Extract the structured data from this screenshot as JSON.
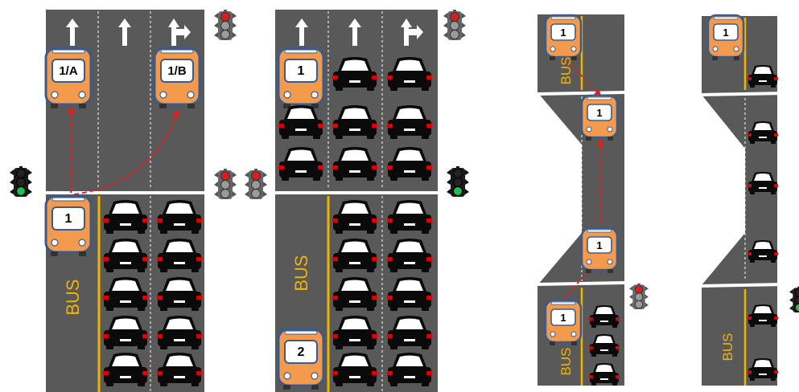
{
  "colors": {
    "road": "#595959",
    "bus_lane_line": "#f0b400",
    "bus_body": "#f39a4c",
    "bus_border": "#3a5c8c",
    "car_body": "#0a0a0a",
    "car_tail": "#e00000",
    "route_arrow": "#e61e1e",
    "signal_red": "#d42020",
    "signal_green": "#1bbf5a"
  },
  "bus_lane_label": "BUS",
  "panels": [
    {
      "id": "panel-1",
      "buses": [
        {
          "label": "1/A",
          "state": "exited-left"
        },
        {
          "label": "1/B",
          "state": "exited-right"
        },
        {
          "label": "1",
          "state": "waiting-at-stopline"
        }
      ],
      "signals": [
        {
          "role": "bus-signal",
          "aspect": "green"
        },
        {
          "role": "lane-signal-top-right",
          "aspect": "red"
        },
        {
          "role": "lane-signal-stopline-1",
          "aspect": "red"
        },
        {
          "role": "lane-signal-stopline-2",
          "aspect": "red"
        }
      ],
      "lane_arrows": [
        "straight",
        "straight",
        "straight-right"
      ]
    },
    {
      "id": "panel-2",
      "buses": [
        {
          "label": "1",
          "state": "through-intersection"
        },
        {
          "label": "2",
          "state": "in-bus-lane"
        }
      ],
      "signals": [
        {
          "role": "lane-signal-top-right",
          "aspect": "red"
        },
        {
          "role": "bus-signal",
          "aspect": "green"
        }
      ],
      "lane_arrows": [
        "straight",
        "straight",
        "straight-right"
      ]
    },
    {
      "id": "panel-3",
      "buses": [
        {
          "label": "1",
          "state": "top"
        },
        {
          "label": "1",
          "state": "middle-upper"
        },
        {
          "label": "1",
          "state": "middle-lower"
        },
        {
          "label": "1",
          "state": "bottom"
        }
      ],
      "signals": [
        {
          "role": "lane-signal",
          "aspect": "red"
        }
      ]
    },
    {
      "id": "panel-4",
      "buses": [
        {
          "label": "1",
          "state": "top"
        }
      ],
      "signals": [
        {
          "role": "lane-signal-partial",
          "aspect": "green"
        }
      ]
    }
  ]
}
